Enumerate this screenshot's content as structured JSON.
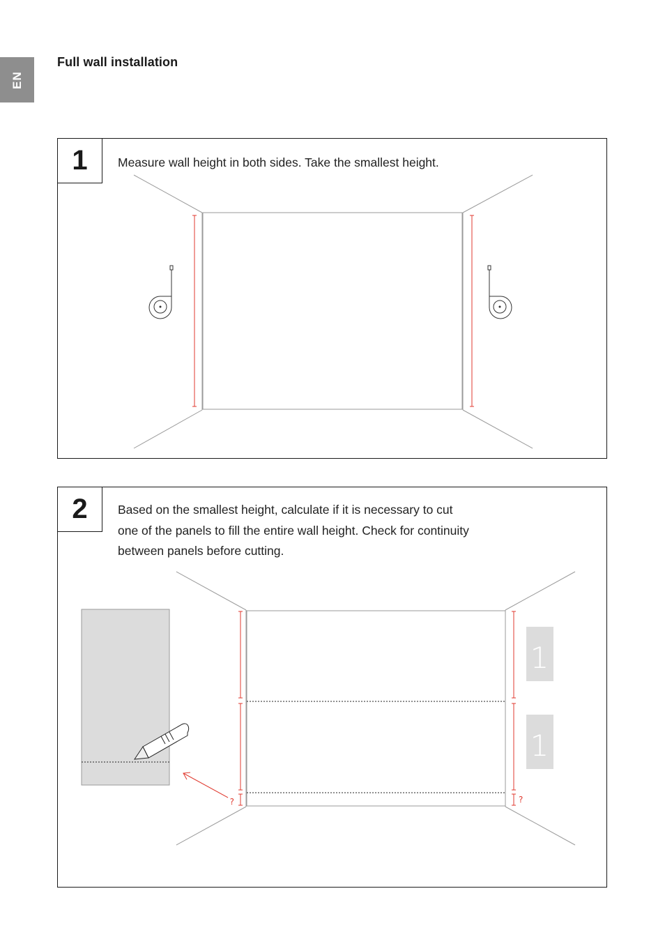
{
  "page": {
    "lang_tab": "EN",
    "section_title": "Full wall installation"
  },
  "steps": [
    {
      "number": "1",
      "text": "Measure wall height in both sides. Take the smallest height."
    },
    {
      "number": "2",
      "text_lines": [
        "Based on the smallest height, calculate if it is necessary to cut",
        "one of the panels to fill the entire wall height. Check for continuity",
        "between panels before cutting."
      ],
      "panel_labels": [
        "1",
        "1"
      ],
      "unknown_marks": [
        "?",
        "?"
      ]
    }
  ],
  "colors": {
    "measure_line": "#e03a2f",
    "wall_line": "#9a9a9a",
    "panel_fill": "#dcdcdc",
    "lang_tab_bg": "#8e8e8e"
  },
  "icons": [
    "tape-measure-icon",
    "utility-knife-icon",
    "arrow-icon"
  ]
}
